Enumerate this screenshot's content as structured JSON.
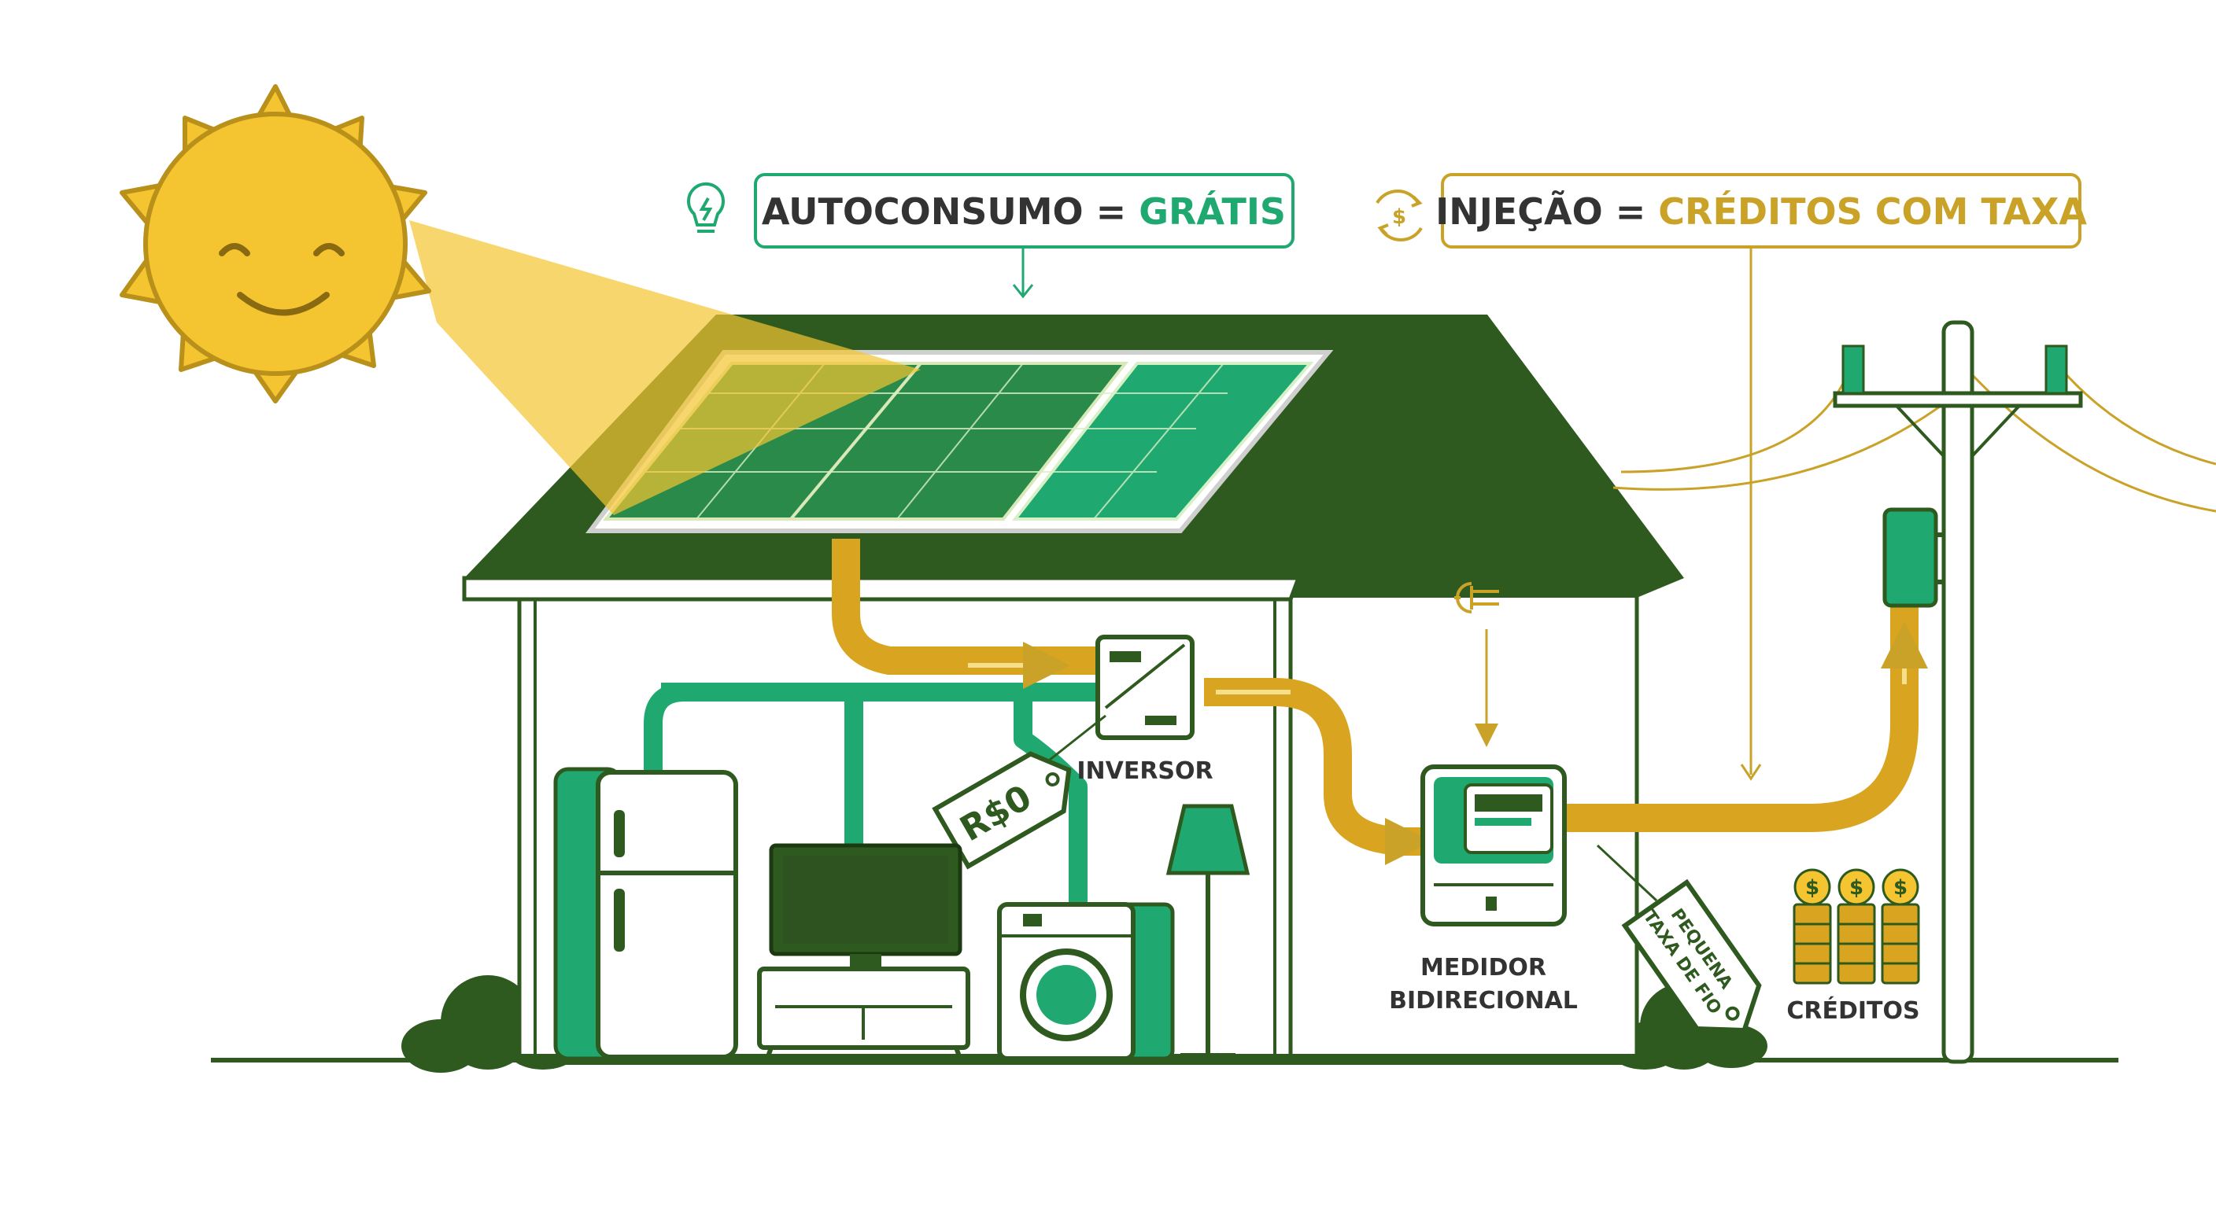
{
  "colors": {
    "dark_green": "#2f5a1f",
    "green": "#1fa971",
    "gold": "#c9a227",
    "sun": "#f4c431",
    "dark_text": "#333333"
  },
  "callouts": {
    "autoconsumo": {
      "prefix": "AUTOCONSUMO = ",
      "highlight": "GRÁTIS",
      "icon": "lightbulb-icon"
    },
    "injecao": {
      "prefix": "INJEÇÃO = ",
      "highlight": "CRÉDITOS COM TAXA",
      "icon": "money-cycle-icon"
    }
  },
  "labels": {
    "inversor": "INVERSOR",
    "medidor_line1": "MEDIDOR",
    "medidor_line2": "BIDIRECIONAL",
    "creditos": "CRÉDITOS"
  },
  "tags": {
    "free": "R$0",
    "fee_line1": "PEQUENA",
    "fee_line2": "TAXA DE FIO"
  },
  "icons": {
    "sun": "smiling-sun-icon",
    "plug": "plug-icon",
    "coins": "coin-stacks-icon"
  }
}
